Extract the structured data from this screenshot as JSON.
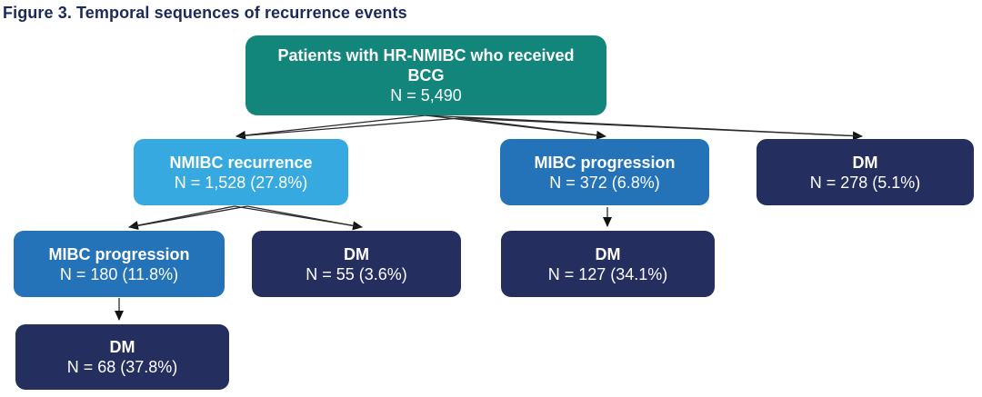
{
  "title": "Figure 3. Temporal sequences of recurrence events",
  "colors": {
    "title_text": "#1B2A5A",
    "root_teal": "#12867B",
    "recurrence_light_blue": "#36A9E0",
    "progression_blue": "#2473B9",
    "dm_navy": "#242E5F",
    "node_text": "#FFFFFF",
    "arrow": "#2A2A2A"
  },
  "nodes": {
    "root": {
      "label": "Patients with HR-NMIBC who received BCG",
      "value": "N = 5,490",
      "color": "#12867B"
    },
    "nmibc_recurrence": {
      "label": "NMIBC recurrence",
      "value": "N = 1,528 (27.8%)",
      "color": "#36A9E0"
    },
    "mibc_after_root": {
      "label": "MIBC progression",
      "value": "N = 372 (6.8%)",
      "color": "#2473B9"
    },
    "dm_after_root": {
      "label": "DM",
      "value": "N = 278 (5.1%)",
      "color": "#242E5F"
    },
    "mibc_after_recurrence": {
      "label": "MIBC progression",
      "value": "N = 180 (11.8%)",
      "color": "#2473B9"
    },
    "dm_after_recurrence": {
      "label": "DM",
      "value": "N = 55 (3.6%)",
      "color": "#242E5F"
    },
    "dm_after_mibc_root": {
      "label": "DM",
      "value": "N = 127 (34.1%)",
      "color": "#242E5F"
    },
    "dm_after_mibc_recurrence": {
      "label": "DM",
      "value": "N = 68 (37.8%)",
      "color": "#242E5F"
    }
  },
  "edges": [
    {
      "from": "root",
      "to": "nmibc_recurrence"
    },
    {
      "from": "root",
      "to": "mibc_after_root"
    },
    {
      "from": "root",
      "to": "dm_after_root"
    },
    {
      "from": "nmibc_recurrence",
      "to": "mibc_after_recurrence"
    },
    {
      "from": "nmibc_recurrence",
      "to": "dm_after_recurrence"
    },
    {
      "from": "mibc_after_root",
      "to": "dm_after_mibc_root"
    },
    {
      "from": "mibc_after_recurrence",
      "to": "dm_after_mibc_recurrence"
    }
  ]
}
